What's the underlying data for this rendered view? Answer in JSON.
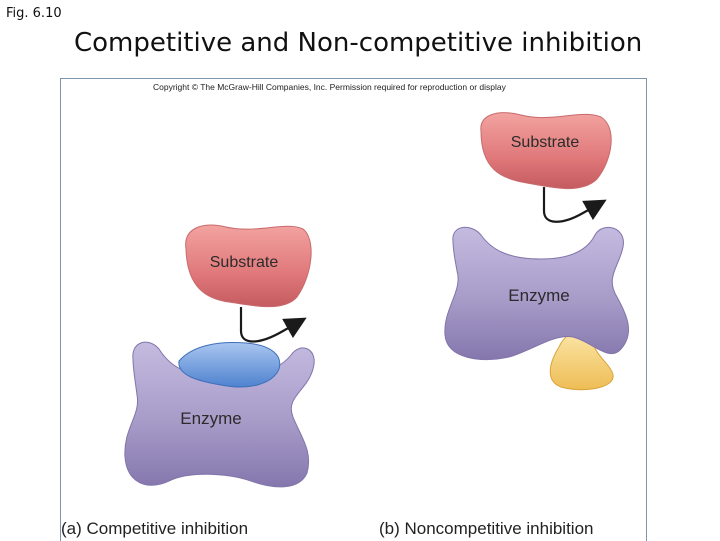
{
  "fig_label": "Fig. 6.10",
  "title": "Competitive and Non-competitive inhibition",
  "figure": {
    "copyright": "Copyright © The McGraw-Hill Companies, Inc. Permission required for reproduction or display",
    "panel_a": {
      "caption": "(a) Competitive inhibition",
      "substrate_label": "Substrate",
      "enzyme_label": "Enzyme"
    },
    "panel_b": {
      "caption": "(b) Noncompetitive inhibition",
      "substrate_label": "Substrate",
      "enzyme_label": "Enzyme"
    }
  },
  "colors": {
    "substrate": "#e0787a",
    "enzyme": "#a79bc8",
    "competitive_inhibitor": "#5f8fd6",
    "noncompetitive_inhibitor": "#f6d27a",
    "frame_border": "#7e96ad"
  }
}
